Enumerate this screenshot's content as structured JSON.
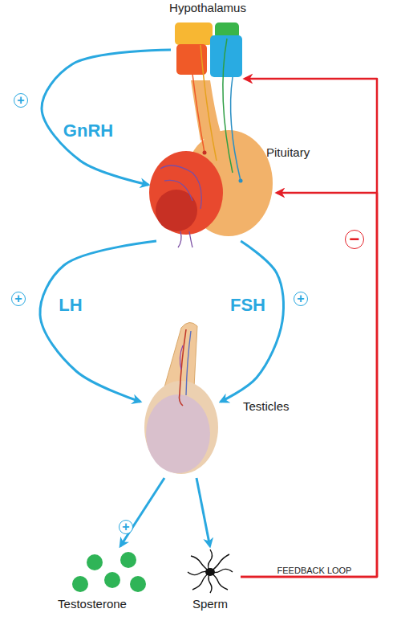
{
  "diagram": {
    "nodes": [
      {
        "text": [
          "Hypothalamus"
        ]
      },
      {
        "text": [
          "Pituitary"
        ]
      },
      {
        "text": [
          "Testicles"
        ]
      },
      {
        "text": [
          "Testosterone"
        ]
      },
      {
        "text": [
          "Sperm"
        ]
      }
    ],
    "edges": [
      {
        "from": 0,
        "to": 1,
        "arrow": "to",
        "label": "GnRH"
      },
      {
        "from": 1,
        "to": 2,
        "arrow": "to",
        "label": "LH"
      },
      {
        "from": 1,
        "to": 2,
        "arrow": "to",
        "label": "FSH"
      },
      {
        "from": 2,
        "to": 3,
        "arrow": "to"
      },
      {
        "from": 2,
        "to": 4,
        "arrow": "to"
      },
      {
        "from": 4,
        "to": 0,
        "arrow": "to",
        "label": "FEEDBACK LOOP"
      },
      {
        "from": 4,
        "to": 1,
        "arrow": "to"
      }
    ],
    "labels": [
      "+",
      "+",
      "+",
      "+",
      "−"
    ]
  }
}
